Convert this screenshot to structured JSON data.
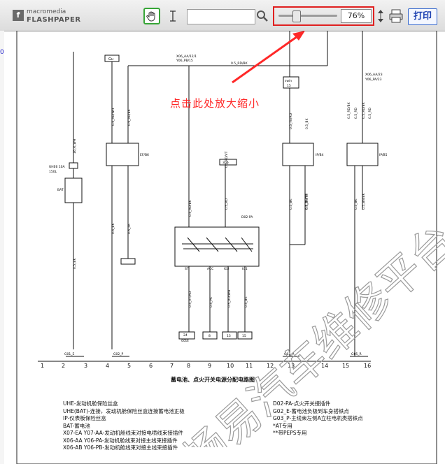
{
  "toolbar": {
    "logo_top": "macromedia",
    "logo_bottom": "FLASHPAPER",
    "logo_mark": "f",
    "search_value": "",
    "zoom_value": "76%",
    "zoom_level": 0.76,
    "print_label": "打印"
  },
  "edge_mark": "0",
  "annotation": "点击此处放大缩小",
  "diagram": {
    "title": "蓄电池、点火开关电源分配电路图",
    "columns": [
      "1",
      "2",
      "3",
      "4",
      "5",
      "6",
      "7",
      "8",
      "9",
      "10",
      "11",
      "12",
      "13",
      "14",
      "15",
      "16"
    ],
    "labels": {
      "top_left_box": "Gu",
      "top_right_box": "swin",
      "top_right_box2": "15",
      "mid_box": "30b",
      "wire_top": "X06_AA/12/1",
      "wire_top2": "Y06_PB/15",
      "wire_right": "X06_AA/23",
      "wire_right2": "Y06_PA/23",
      "wire_mid": "0.5_RD/BK",
      "fuse": "UHE6 10A",
      "fuse2": "150L",
      "battery": "BAT",
      "switch_label": "D02-PA",
      "relay_ef": "EF/B6",
      "relay_ip": "IP/B4",
      "relay_ip2": "IP/B5",
      "t1": "ST",
      "t2": "ACC",
      "t3": "IG2",
      "t4": "IG1",
      "b1": "24",
      "b1b": "G01E",
      "b2": "8",
      "b3": "13",
      "b4": "15",
      "g1": "G03_R",
      "g2": "G02_P",
      "g3": "G05_R",
      "g4": "G01_E",
      "w1": "16_R_WH",
      "w2": "0.5_RD/WH",
      "w3": "0.5_RD/BK",
      "w4": "0.5_BK",
      "w5": "0.5_PK",
      "w6": "0.5_RD/BK",
      "w7": "0.5_BK",
      "w8": "0.5_YE/RD",
      "w9": "0.5_RD",
      "w10": "0.5_RD/BK",
      "w11": "0.5_RD",
      "w12": "0.5_BK",
      "w13": "0.5_VT/RD",
      "w14": "0.5_PK",
      "w15": "0.5_RD/WH",
      "w16": "0.5_BK",
      "w17": "0.5_RD/YE",
      "w18": "0.5_BN/BK",
      "w19": "0.5_BK",
      "w20": "0.5_BK",
      "w21": "0.5_RD/BK",
      "w22": "0.5_RD",
      "w23": "0.5_RD/VT",
      "w24": "0.5_BN/YE"
    }
  },
  "legend": {
    "left": [
      "UHE-发动机舱保险丝盒",
      "UHE(BAT)-连接，发动机舱保险丝盒连接蓄电池正极",
      "IP-仪表板保险丝盒",
      "BAT-蓄电池",
      "X07-EA Y07-AA-发动机舱线束对接电喷线束接插件",
      "X06-AA Y06-PA-发动机舱线束对接主线束接插件",
      "X06-AB Y06-PB-发动机舱线束对接主线束接插件"
    ],
    "right": [
      "D02-PA-点火开关接插件",
      "G02_E-蓄电池负极到车身搭铁点",
      "G03_P-主线束左侧A立柱电机类搭铁点",
      "*AT专用",
      "**带PEPS专用"
    ]
  },
  "watermark": "畅易汽车维修平台",
  "colors": {
    "highlight": "#e02020",
    "annotation": "#ff2828",
    "grip": "#37a537",
    "print": "#1a3fb0"
  },
  "icons": {
    "hand": "hand-tool-icon",
    "text_select": "text-select-icon",
    "search": "search-icon",
    "zoom_arrows": "zoom-arrows-icon",
    "print": "printer-icon"
  }
}
